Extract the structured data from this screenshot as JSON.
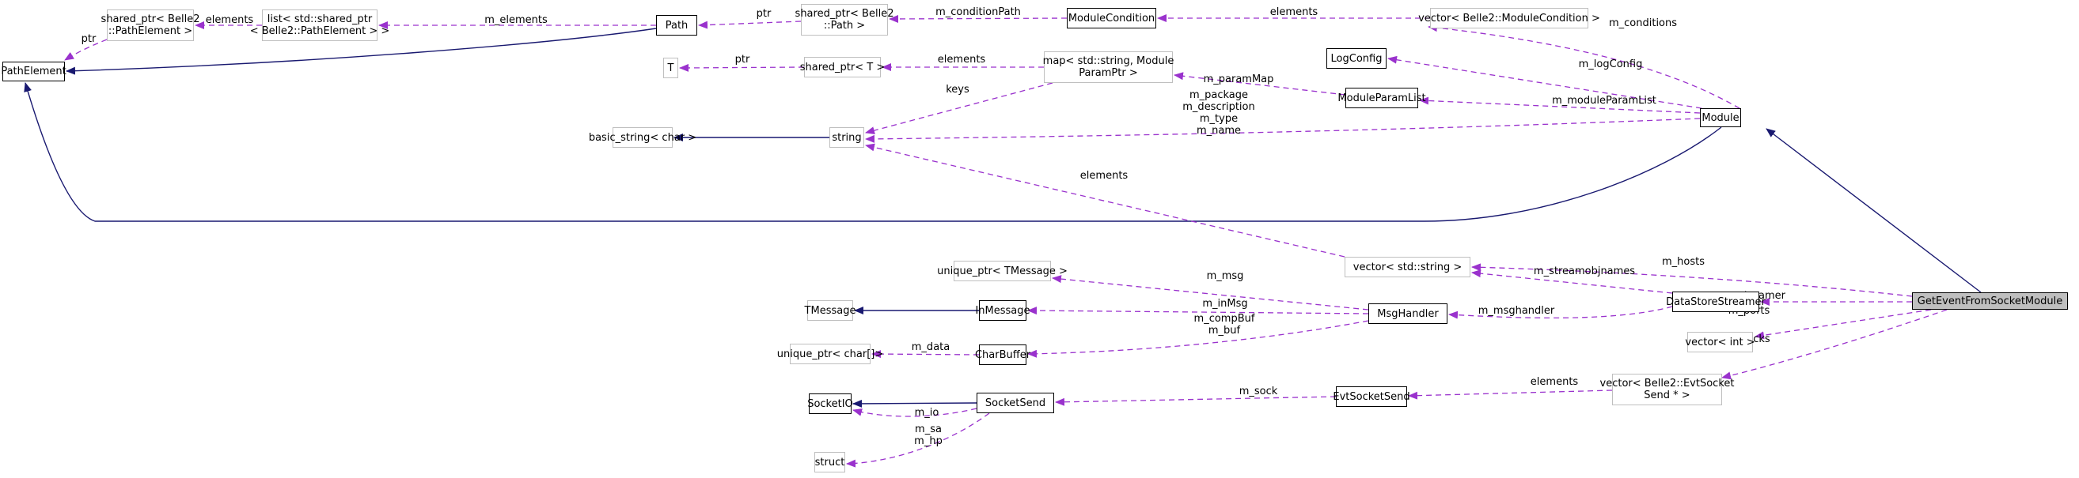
{
  "diagram": {
    "title": "Collaboration diagram for GetEventFromSocketModule",
    "colors": {
      "inheritance": "#191970",
      "usage": "#9a32cd",
      "main_fill": "#bfbfbf",
      "external_border": "#bfbfbf",
      "documented_border": "#000000"
    },
    "nodes": [
      {
        "id": "GetEventFromSocketModule",
        "label": "GetEventFromSocketModule",
        "kind": "main"
      },
      {
        "id": "Module",
        "label": "Module",
        "kind": "doc"
      },
      {
        "id": "PathElement",
        "label": "PathElement",
        "kind": "doc"
      },
      {
        "id": "shared_ptr_PathElement",
        "label": "shared_ptr< Belle2\n::PathElement >",
        "kind": "ext"
      },
      {
        "id": "list_shared_ptr",
        "label": "list< std::shared_ptr\n< Belle2::PathElement > >",
        "kind": "ext"
      },
      {
        "id": "Path",
        "label": "Path",
        "kind": "doc"
      },
      {
        "id": "shared_ptr_Path",
        "label": "shared_ptr< Belle2\n::Path >",
        "kind": "ext"
      },
      {
        "id": "ModuleCondition",
        "label": "ModuleCondition",
        "kind": "doc"
      },
      {
        "id": "vector_ModuleCondition",
        "label": "vector< Belle2::ModuleCondition >",
        "kind": "ext"
      },
      {
        "id": "LogConfig",
        "label": "LogConfig",
        "kind": "doc"
      },
      {
        "id": "T",
        "label": "T",
        "kind": "ext"
      },
      {
        "id": "shared_ptr_T",
        "label": "shared_ptr< T >",
        "kind": "ext"
      },
      {
        "id": "map_string_ModuleParamPtr",
        "label": "map< std::string, Module\nParamPtr >",
        "kind": "ext"
      },
      {
        "id": "ModuleParamList",
        "label": "ModuleParamList",
        "kind": "doc"
      },
      {
        "id": "basic_string_char",
        "label": "basic_string< char >",
        "kind": "ext"
      },
      {
        "id": "string",
        "label": "string",
        "kind": "ext"
      },
      {
        "id": "vector_string",
        "label": "vector< std::string >",
        "kind": "ext"
      },
      {
        "id": "unique_ptr_TMessage",
        "label": "unique_ptr< TMessage >",
        "kind": "ext"
      },
      {
        "id": "TMessage",
        "label": "TMessage",
        "kind": "ext"
      },
      {
        "id": "InMessage",
        "label": "InMessage",
        "kind": "doc"
      },
      {
        "id": "MsgHandler",
        "label": "MsgHandler",
        "kind": "doc"
      },
      {
        "id": "DataStoreStreamer",
        "label": "DataStoreStreamer",
        "kind": "doc"
      },
      {
        "id": "unique_ptr_char",
        "label": "unique_ptr< char[]>",
        "kind": "ext"
      },
      {
        "id": "CharBuffer",
        "label": "CharBuffer",
        "kind": "doc"
      },
      {
        "id": "vector_int",
        "label": "vector< int >",
        "kind": "ext"
      },
      {
        "id": "SocketIO",
        "label": "SocketIO",
        "kind": "doc"
      },
      {
        "id": "SocketSend",
        "label": "SocketSend",
        "kind": "doc"
      },
      {
        "id": "EvtSocketSend",
        "label": "EvtSocketSend",
        "kind": "doc"
      },
      {
        "id": "vector_EvtSocketSend",
        "label": "vector< Belle2::EvtSocket\nSend * >",
        "kind": "ext"
      },
      {
        "id": "struct",
        "label": "struct",
        "kind": "ext"
      }
    ],
    "edges": [
      {
        "from": "shared_ptr_PathElement",
        "to": "PathElement",
        "type": "usage",
        "label": "ptr"
      },
      {
        "from": "list_shared_ptr",
        "to": "shared_ptr_PathElement",
        "type": "usage",
        "label": "elements"
      },
      {
        "from": "Path",
        "to": "list_shared_ptr",
        "type": "usage",
        "label": "m_elements"
      },
      {
        "from": "Path",
        "to": "PathElement",
        "type": "inheritance",
        "label": ""
      },
      {
        "from": "shared_ptr_Path",
        "to": "Path",
        "type": "usage",
        "label": "ptr"
      },
      {
        "from": "ModuleCondition",
        "to": "shared_ptr_Path",
        "type": "usage",
        "label": "m_conditionPath"
      },
      {
        "from": "vector_ModuleCondition",
        "to": "ModuleCondition",
        "type": "usage",
        "label": "elements"
      },
      {
        "from": "Module",
        "to": "vector_ModuleCondition",
        "type": "usage",
        "label": "m_conditions"
      },
      {
        "from": "Module",
        "to": "LogConfig",
        "type": "usage",
        "label": "m_logConfig"
      },
      {
        "from": "shared_ptr_T",
        "to": "T",
        "type": "usage",
        "label": "ptr"
      },
      {
        "from": "map_string_ModuleParamPtr",
        "to": "shared_ptr_T",
        "type": "usage",
        "label": "elements"
      },
      {
        "from": "map_string_ModuleParamPtr",
        "to": "string",
        "type": "usage",
        "label": "keys"
      },
      {
        "from": "ModuleParamList",
        "to": "map_string_ModuleParamPtr",
        "type": "usage",
        "label": "m_paramMap"
      },
      {
        "from": "Module",
        "to": "ModuleParamList",
        "type": "usage",
        "label": "m_moduleParamList"
      },
      {
        "from": "Module",
        "to": "string",
        "type": "usage",
        "label": "m_package\nm_description\nm_type\nm_name"
      },
      {
        "from": "string",
        "to": "basic_string_char",
        "type": "inheritance",
        "label": ""
      },
      {
        "from": "Module",
        "to": "PathElement",
        "type": "inheritance",
        "label": ""
      },
      {
        "from": "vector_string",
        "to": "string",
        "type": "usage",
        "label": "elements"
      },
      {
        "from": "GetEventFromSocketModule",
        "to": "Module",
        "type": "inheritance",
        "label": ""
      },
      {
        "from": "GetEventFromSocketModule",
        "to": "vector_string",
        "type": "usage",
        "label": "m_hosts"
      },
      {
        "from": "DataStoreStreamer",
        "to": "vector_string",
        "type": "usage",
        "label": "m_streamobjnames"
      },
      {
        "from": "GetEventFromSocketModule",
        "to": "DataStoreStreamer",
        "type": "usage",
        "label": "m_streamer"
      },
      {
        "from": "DataStoreStreamer",
        "to": "MsgHandler",
        "type": "usage",
        "label": "m_msghandler"
      },
      {
        "from": "MsgHandler",
        "to": "unique_ptr_TMessage",
        "type": "usage",
        "label": "m_msg"
      },
      {
        "from": "MsgHandler",
        "to": "InMessage",
        "type": "usage",
        "label": "m_inMsg"
      },
      {
        "from": "InMessage",
        "to": "TMessage",
        "type": "inheritance",
        "label": ""
      },
      {
        "from": "MsgHandler",
        "to": "CharBuffer",
        "type": "usage",
        "label": "m_compBuf\nm_buf"
      },
      {
        "from": "CharBuffer",
        "to": "unique_ptr_char",
        "type": "usage",
        "label": "m_data"
      },
      {
        "from": "GetEventFromSocketModule",
        "to": "vector_int",
        "type": "usage",
        "label": "m_ports"
      },
      {
        "from": "GetEventFromSocketModule",
        "to": "vector_EvtSocketSend",
        "type": "usage",
        "label": "m_socks"
      },
      {
        "from": "vector_EvtSocketSend",
        "to": "EvtSocketSend",
        "type": "usage",
        "label": "elements"
      },
      {
        "from": "EvtSocketSend",
        "to": "SocketSend",
        "type": "usage",
        "label": "m_sock"
      },
      {
        "from": "SocketSend",
        "to": "SocketIO",
        "type": "inheritance",
        "label": ""
      },
      {
        "from": "SocketSend",
        "to": "SocketIO",
        "type": "usage",
        "label": "m_io"
      },
      {
        "from": "SocketSend",
        "to": "struct",
        "type": "usage",
        "label": "m_sa\nm_hp"
      }
    ]
  }
}
